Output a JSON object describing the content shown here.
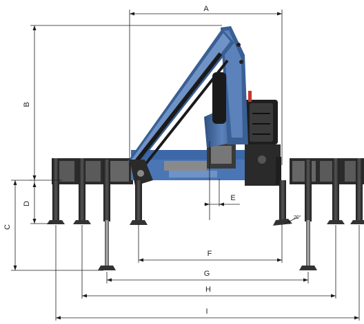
{
  "dimensions": {
    "A": "A",
    "B": "B",
    "C": "C",
    "D": "D",
    "E": "E",
    "F": "F",
    "G": "G",
    "H": "H",
    "I": "I"
  },
  "angle": "20°",
  "colors": {
    "crane_blue": "#3a5f95",
    "crane_blue_light": "#6f93c6",
    "crane_dark": "#2a2a2a",
    "line": "#1a1a1a"
  }
}
